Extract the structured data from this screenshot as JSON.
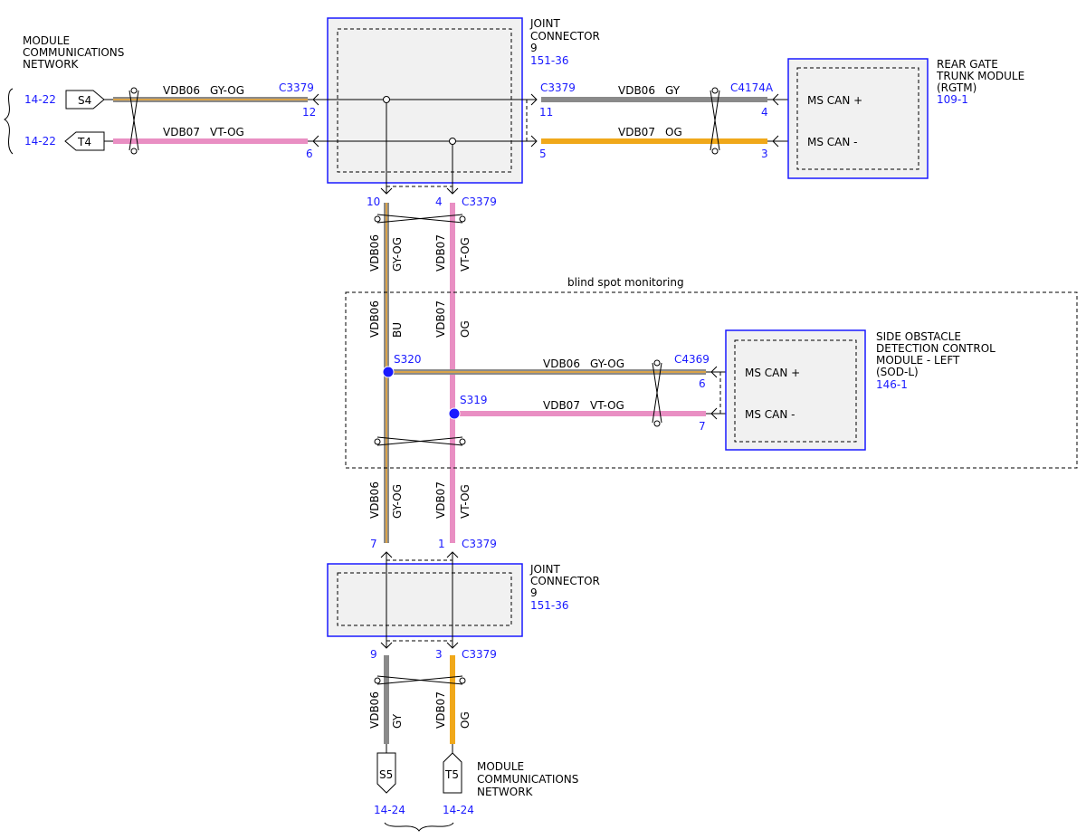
{
  "colors": {
    "gy_og_base": "#8a8a8a",
    "gy_og_stripe": "#d9a34a",
    "vt_og": "#e98fc3",
    "gy": "#8a8a8a",
    "og": "#f0a81a",
    "pin_blue": "#1a1aff",
    "box_fill": "#f1f1f1"
  },
  "mcn_top": {
    "line1": "MODULE",
    "line2": "COMMUNICATIONS",
    "line3": "NETWORK",
    "ref_s4": "14-22",
    "ref_t4": "14-22",
    "s4": "S4",
    "t4": "T4"
  },
  "jc_top": {
    "line1": "JOINT",
    "line2": "CONNECTOR",
    "line3": "9",
    "ref": "151-36"
  },
  "jc_bottom": {
    "line1": "JOINT",
    "line2": "CONNECTOR",
    "line3": "9",
    "ref": "151-36"
  },
  "rgtm": {
    "line1": "REAR GATE",
    "line2": "TRUNK MODULE",
    "line3": "(RGTM)",
    "ref": "109-1",
    "pin_plus": "MS CAN +",
    "pin_minus": "MS CAN -"
  },
  "sod": {
    "line1": "SIDE OBSTACLE",
    "line2": "DETECTION CONTROL",
    "line3": "MODULE - LEFT",
    "line4": "(SOD-L)",
    "ref": "146-1",
    "pin_plus": "MS CAN +",
    "pin_minus": "MS CAN -"
  },
  "bsm_label": "blind spot monitoring",
  "connectors": {
    "c3379": "C3379",
    "c4174a": "C4174A",
    "c4369": "C4369"
  },
  "splices": {
    "s320": "S320",
    "s319": "S319"
  },
  "pins": {
    "p12": "12",
    "p6": "6",
    "p11": "11",
    "p5": "5",
    "p4_rgtm": "4",
    "p3_rgtm": "3",
    "p10": "10",
    "p4": "4",
    "p6_sod": "6",
    "p7_sod": "7",
    "p7": "7",
    "p1": "1",
    "p9": "9",
    "p3": "3"
  },
  "wires": {
    "vdb06": "VDB06",
    "vdb07": "VDB07",
    "gy_og": "GY-OG",
    "vt_og": "VT-OG",
    "gy": "GY",
    "og": "OG",
    "bu": "BU"
  },
  "mcn_bottom": {
    "line1": "MODULE",
    "line2": "COMMUNICATIONS",
    "line3": "NETWORK",
    "s5": "S5",
    "t5": "T5",
    "ref_s5": "14-24",
    "ref_t5": "14-24"
  }
}
